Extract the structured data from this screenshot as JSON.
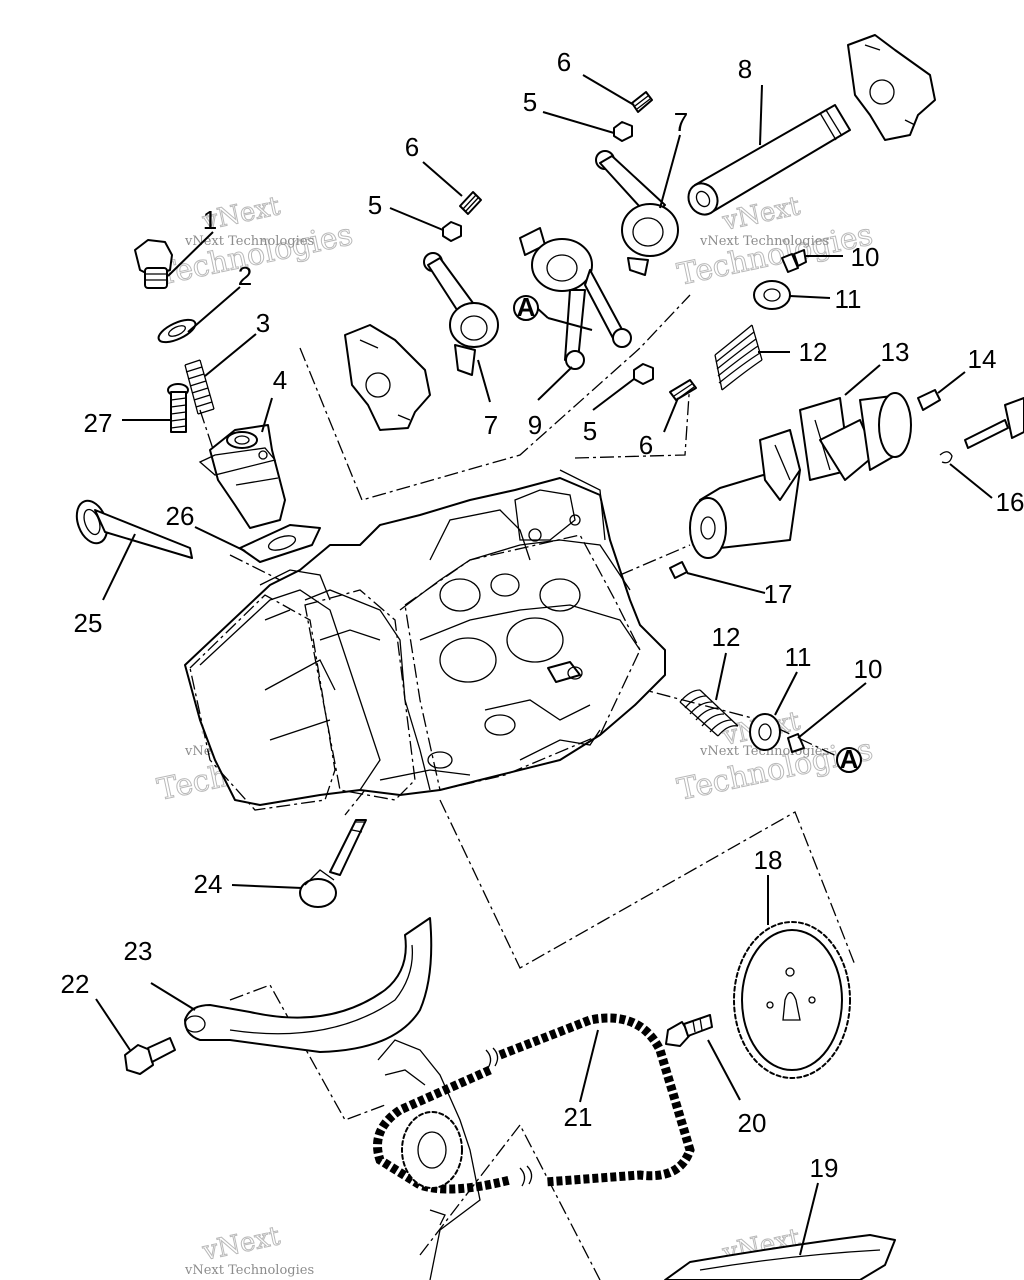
{
  "callouts": {
    "c1": "1",
    "c2": "2",
    "c3": "3",
    "c4": "4",
    "c5a": "5",
    "c5b": "5",
    "c5c": "5",
    "c6a": "6",
    "c6b": "6",
    "c6c": "6",
    "c7a": "7",
    "c7b": "7",
    "c8": "8",
    "c9": "9",
    "c10a": "10",
    "c10b": "10",
    "c11a": "11",
    "c11b": "11",
    "c12a": "12",
    "c12b": "12",
    "c13": "13",
    "c14": "14",
    "c16": "16",
    "c17": "17",
    "c18": "18",
    "c19": "19",
    "c20": "20",
    "c21": "21",
    "c22": "22",
    "c23": "23",
    "c24": "24",
    "c25": "25",
    "c26": "26",
    "c27": "27"
  },
  "reference_marks": {
    "a1": "A",
    "a2": "A"
  },
  "watermark": {
    "brand": "vNext",
    "company": "Technologies",
    "small": "vNext Technologies"
  }
}
